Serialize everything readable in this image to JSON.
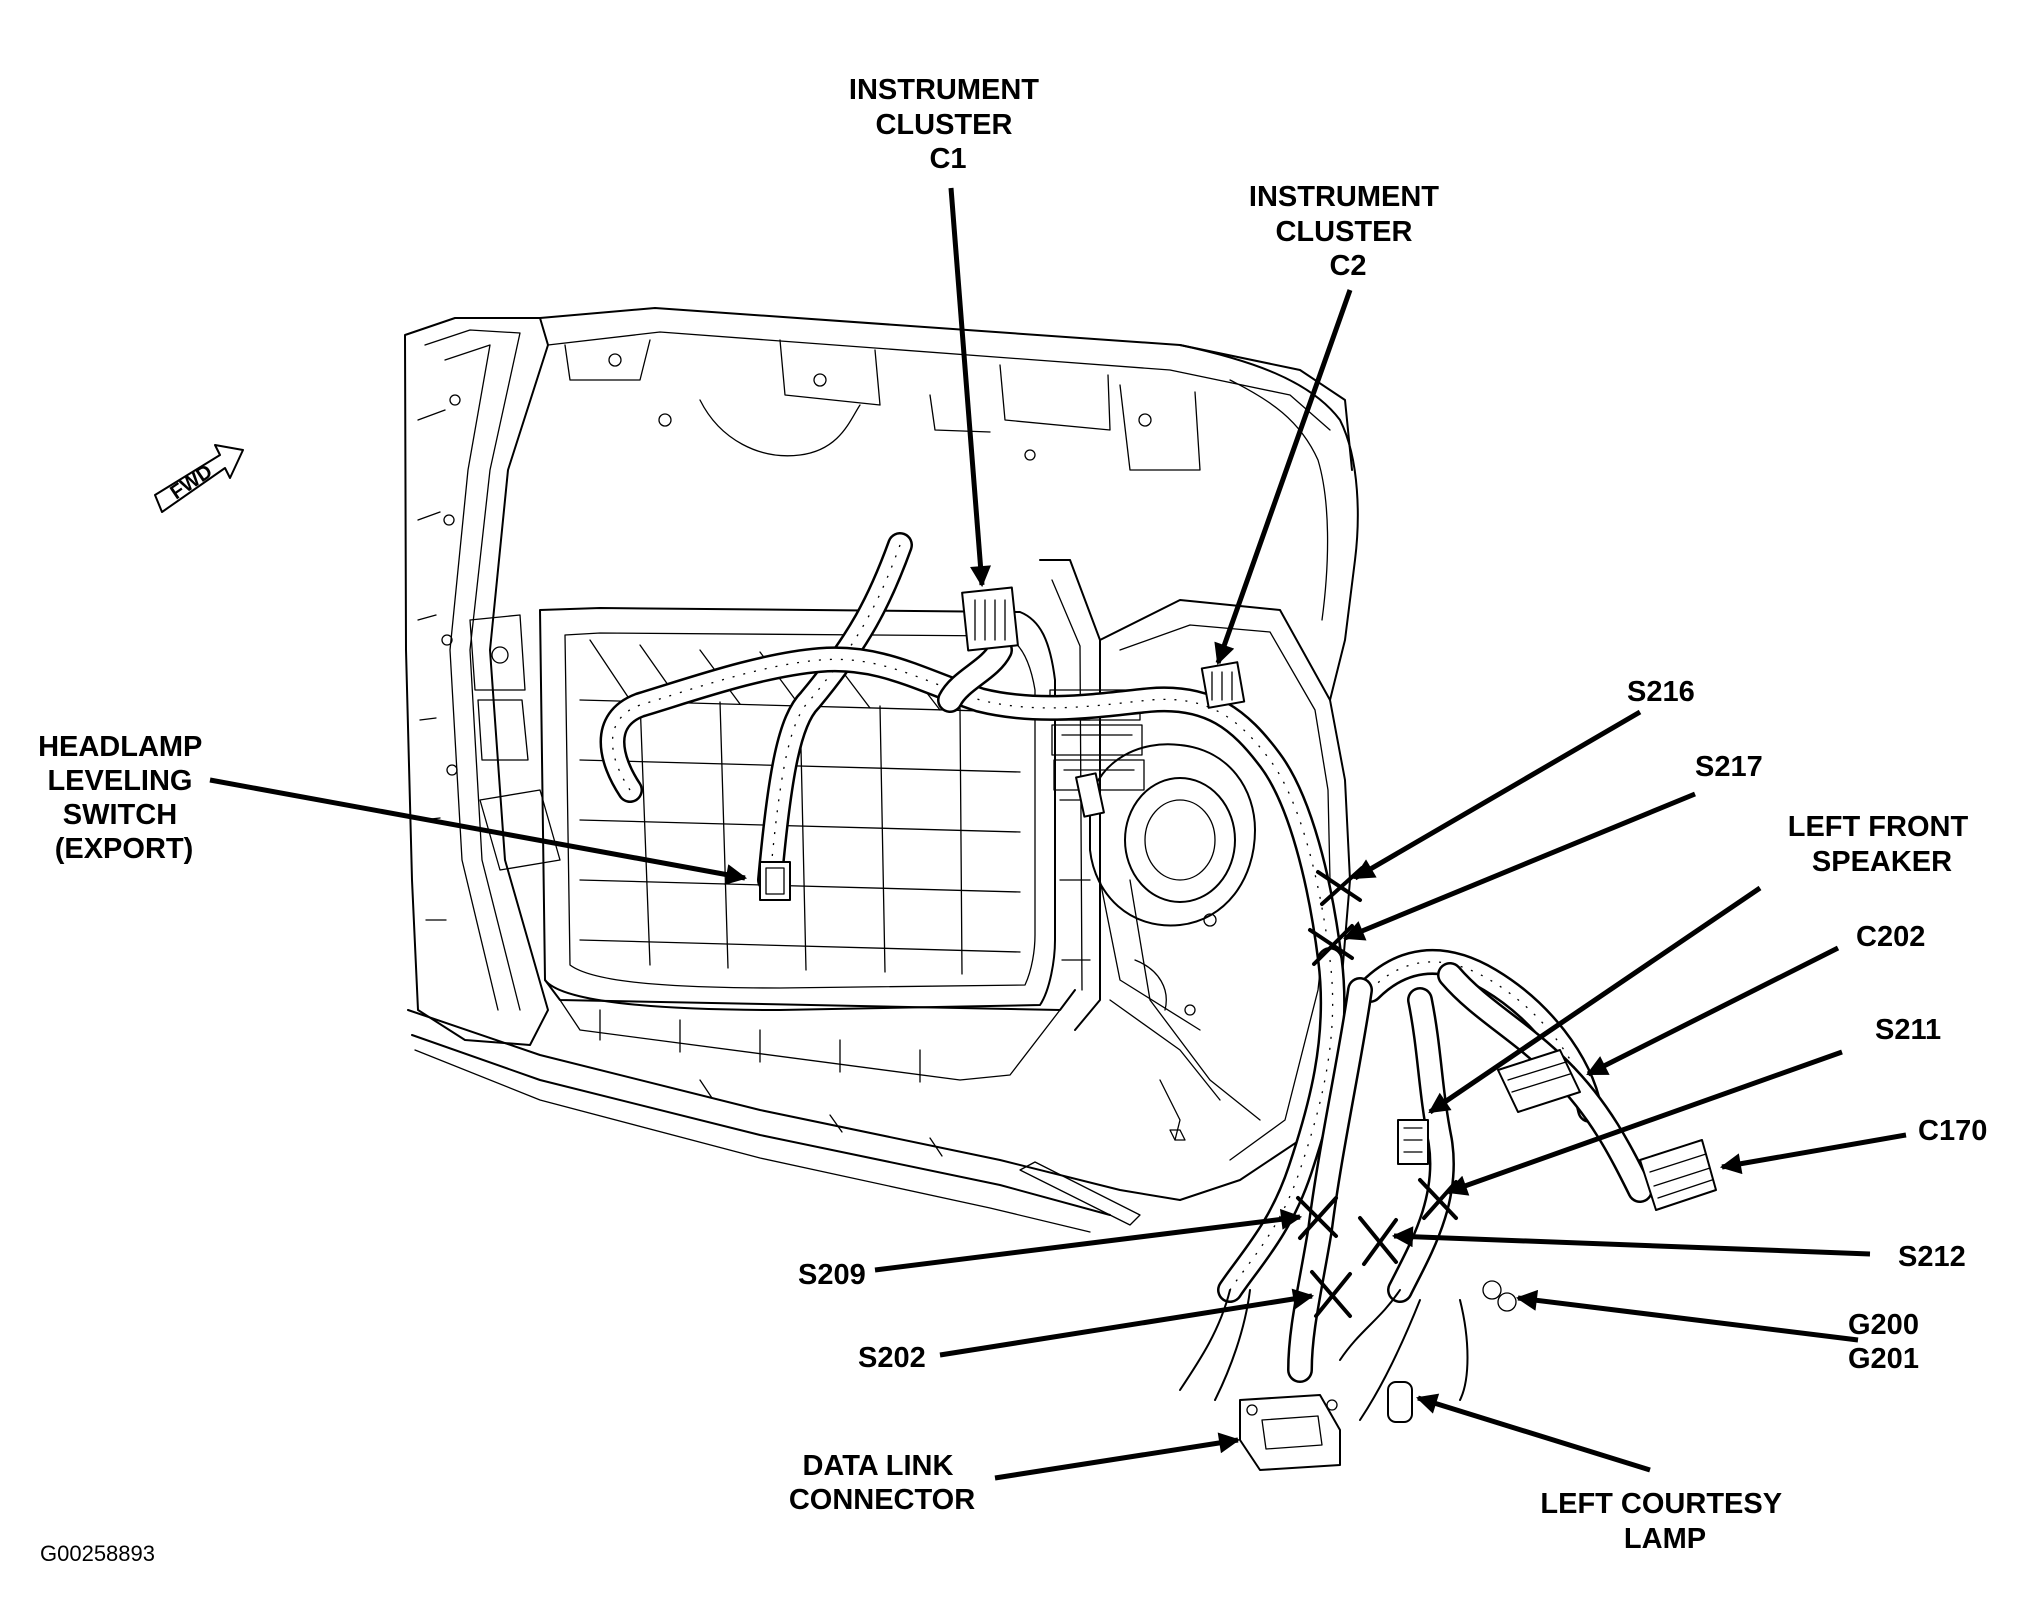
{
  "figure_id": "G00258893",
  "orientation_label": "FWD",
  "callouts": {
    "instrument_cluster_c1": [
      "INSTRUMENT",
      "CLUSTER",
      "C1"
    ],
    "instrument_cluster_c2": [
      "INSTRUMENT",
      "CLUSTER",
      "C2"
    ],
    "headlamp_leveling_switch": [
      "HEADLAMP",
      "LEVELING",
      "SWITCH",
      "(EXPORT)"
    ],
    "s216": "S216",
    "s217": "S217",
    "left_front_speaker": [
      "LEFT FRONT",
      "SPEAKER"
    ],
    "c202": "C202",
    "s211": "S211",
    "c170": "C170",
    "s212": "S212",
    "g200_g201": [
      "G200",
      "G201"
    ],
    "s209": "S209",
    "s202": "S202",
    "data_link_connector": [
      "DATA LINK",
      "CONNECTOR"
    ],
    "left_courtesy_lamp": [
      "LEFT COURTESY",
      "LAMP"
    ]
  }
}
